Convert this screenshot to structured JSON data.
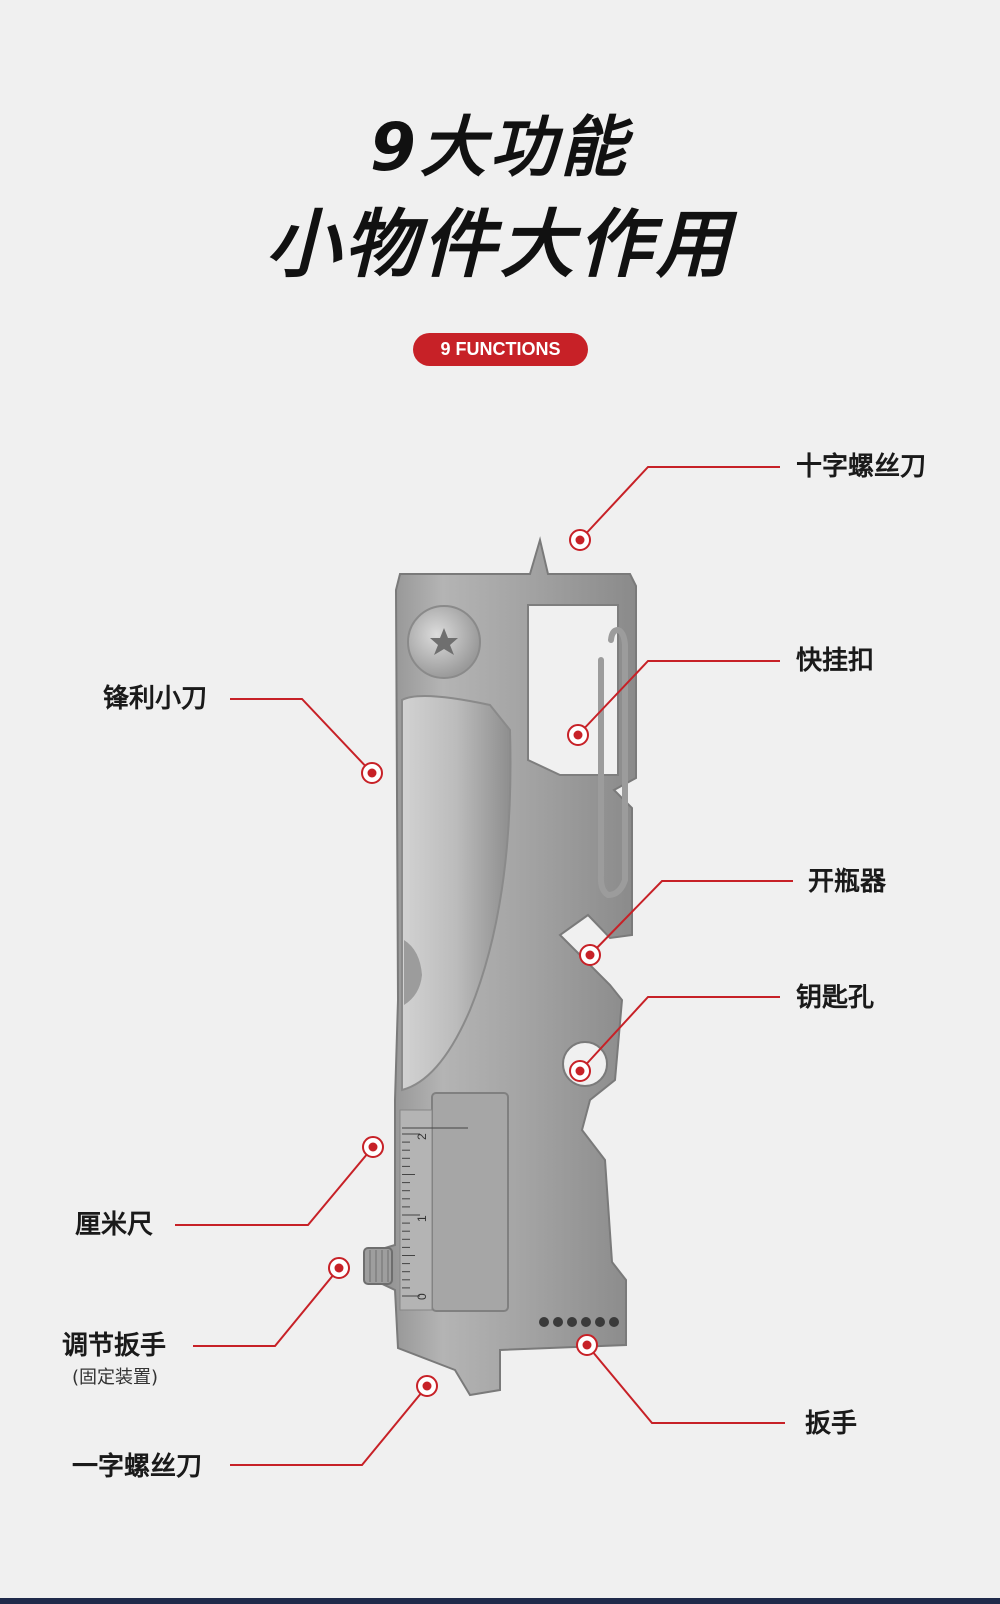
{
  "header": {
    "title_line1": "9大功能",
    "title_line2": "小物件大作用",
    "badge": "9 FUNCTIONS"
  },
  "functions": {
    "phillips_screwdriver": "十字螺丝刀",
    "quick_clip": "快挂扣",
    "bottle_opener": "开瓶器",
    "key_hole": "钥匙孔",
    "wrench": "扳手",
    "sharp_knife": "锋利小刀",
    "ruler": "厘米尺",
    "adjustable_wrench": "调节扳手",
    "adjustable_wrench_note": "(固定装置)",
    "flat_screwdriver": "一字螺丝刀"
  },
  "ruler_ticks": [
    "0",
    "1",
    "2"
  ],
  "colors": {
    "accent": "#c72127",
    "background": "#f0f0f0",
    "text": "#1a1a1a",
    "metal": "#a9a9a9"
  }
}
